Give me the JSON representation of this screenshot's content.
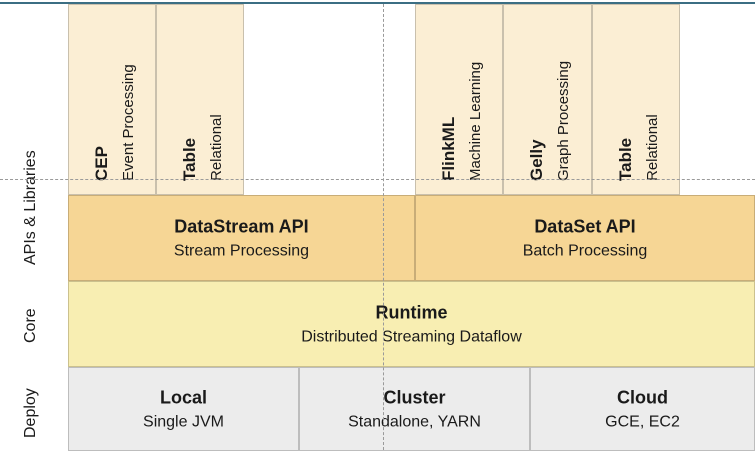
{
  "layers": {
    "apis": "APIs & Libraries",
    "core": "Core",
    "deploy": "Deploy"
  },
  "libraries": {
    "cep": {
      "title": "CEP",
      "sub": "Event Processing"
    },
    "table_stream": {
      "title": "Table",
      "sub": "Relational"
    },
    "flinkml": {
      "title": "FlinkML",
      "sub": "Machine Learning"
    },
    "gelly": {
      "title": "Gelly",
      "sub": "Graph Processing"
    },
    "table_batch": {
      "title": "Table",
      "sub": "Relational"
    }
  },
  "apis": {
    "datastream": {
      "title": "DataStream API",
      "sub": "Stream Processing"
    },
    "dataset": {
      "title": "DataSet API",
      "sub": "Batch Processing"
    }
  },
  "runtime": {
    "title": "Runtime",
    "sub": "Distributed Streaming Dataflow"
  },
  "deploy": {
    "local": {
      "title": "Local",
      "sub": "Single JVM"
    },
    "cluster": {
      "title": "Cluster",
      "sub": "Standalone, YARN"
    },
    "cloud": {
      "title": "Cloud",
      "sub": "GCE, EC2"
    }
  },
  "colors": {
    "library": "#fbeed4",
    "api": "#f6d695",
    "runtime": "#f8eeb2",
    "deploy": "#ececec",
    "top_rule": "#3b6e83"
  }
}
